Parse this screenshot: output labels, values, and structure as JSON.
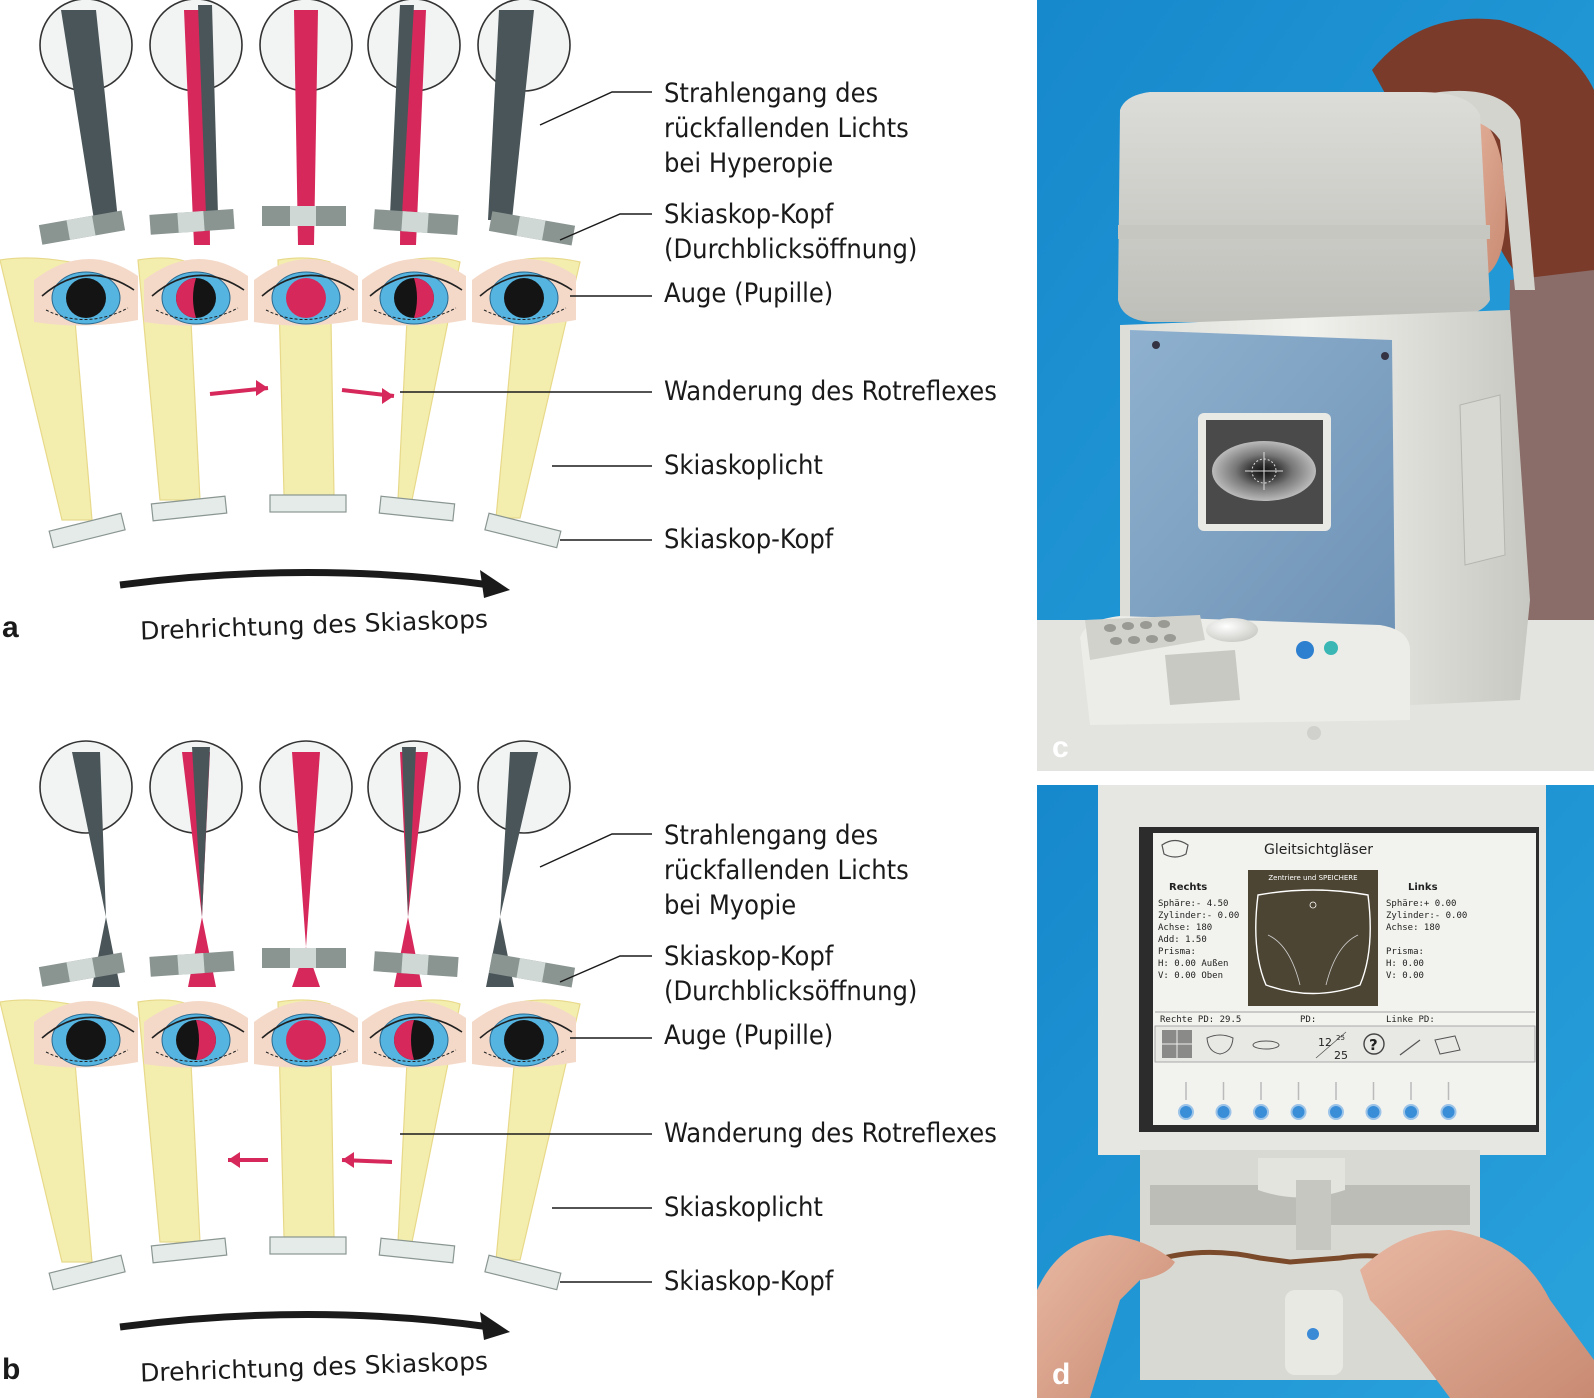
{
  "panels": {
    "a": {
      "letter": "a",
      "labels": [
        "Strahlengang des",
        "rückfallenden Lichts",
        "bei Hyperopie",
        "Skiaskop-Kopf",
        "(Durchblicksöffnung)",
        "Auge (Pupille)",
        "Wanderung des Rotreflexes",
        "Skiaskoplicht",
        "Skiaskop-Kopf"
      ],
      "caption": "Drehrichtung des Skiaskops"
    },
    "b": {
      "letter": "b",
      "labels": [
        "Strahlengang des",
        "rückfallenden Lichts",
        "bei Myopie",
        "Skiaskop-Kopf",
        "(Durchblicksöffnung)",
        "Auge (Pupille)",
        "Wanderung des Rotreflexes",
        "Skiaskoplicht",
        "Skiaskop-Kopf"
      ],
      "caption": "Drehrichtung des Skiaskops"
    },
    "c": {
      "letter": "c"
    },
    "d": {
      "letter": "d",
      "screen": {
        "title": "Gleitsichtgläser",
        "center_header": "Zentriere und SPEICHERE",
        "right_title": "Rechts",
        "left_title": "Links",
        "right_values": [
          "Sphäre:- 4.50",
          "Zylinder:- 0.00",
          "Achse: 180",
          "Add: 1.50",
          "Prisma:",
          "H: 0.00 Außen",
          "V: 0.00 Oben"
        ],
        "left_values": [
          "Sphäre:+ 0.00",
          "Zylinder:- 0.00",
          "Achse: 180",
          "Prisma:",
          "H: 0.00",
          "V: 0.00"
        ],
        "status_right_pd": "Rechte PD: 29.5",
        "status_pd": "PD:",
        "status_left_pd": "Linke PD:",
        "fraction_top": "12",
        "fraction_mid": "25",
        "fraction_bottom": "25",
        "help_glyph": "?"
      }
    }
  },
  "colors": {
    "red_reflex": "#d6285a",
    "dark_ray": "#4a5559",
    "skiaskop_light": "#f3eeae",
    "iris": "#56b4e1",
    "blue_background": "#1d8ccf",
    "device_body": "#e6e6e2"
  }
}
